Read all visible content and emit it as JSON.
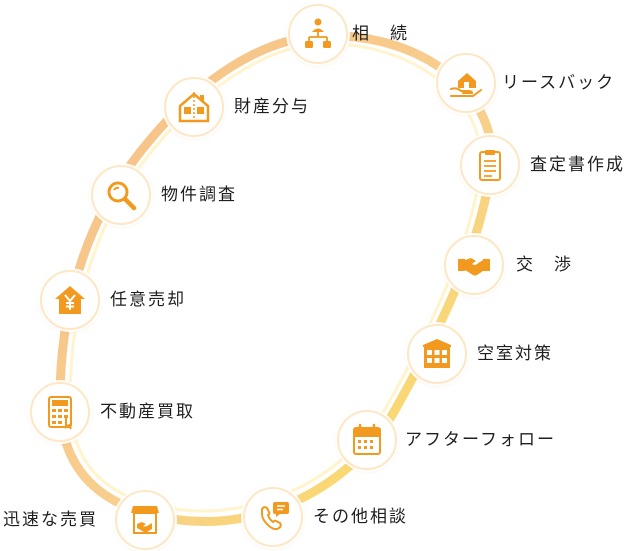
{
  "diagram": {
    "colors": {
      "accent": "#f29a1f",
      "ring_outer": "#f6c28b",
      "ring_inner": "#fde7a2",
      "ring_yellow": "#fbe05a"
    },
    "nodes": [
      {
        "label": "相　続",
        "icon": "family-tree-icon"
      },
      {
        "label": "リースバック",
        "icon": "house-in-hand-icon"
      },
      {
        "label": "査定書作成",
        "icon": "clipboard-icon"
      },
      {
        "label": "交　渉",
        "icon": "handshake-icon"
      },
      {
        "label": "空室対策",
        "icon": "building-icon"
      },
      {
        "label": "アフターフォロー",
        "icon": "calendar-icon"
      },
      {
        "label": "その他相談",
        "icon": "phone-chat-icon"
      },
      {
        "label": "迅速な売買",
        "icon": "shop-handshake-icon"
      },
      {
        "label": "不動産買取",
        "icon": "calculator-icon"
      },
      {
        "label": "任意売却",
        "icon": "yen-house-icon"
      },
      {
        "label": "物件調査",
        "icon": "magnifier-icon"
      },
      {
        "label": "財産分与",
        "icon": "split-house-icon"
      }
    ]
  }
}
